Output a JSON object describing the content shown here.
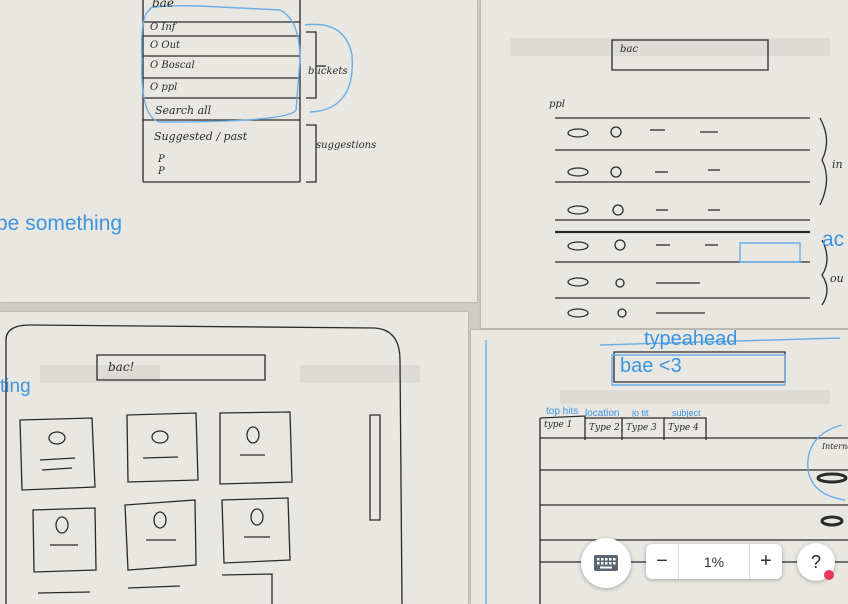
{
  "sketch_top_left": {
    "search_text": "bae",
    "rows": [
      "O Inf",
      "O Out",
      "O Boscal",
      "O ppl"
    ],
    "search_all": "Search all",
    "suggested": "Suggested / past",
    "bullets": [
      "P",
      "P"
    ],
    "label_buckets": "buckets",
    "label_suggestions": "suggestions"
  },
  "sketch_top_right": {
    "search_text": "bac",
    "ppl_label": "ppl",
    "side_labels": [
      "in",
      "ou"
    ]
  },
  "sketch_bottom_left": {
    "search_text": "bac!"
  },
  "sketch_bottom_right": {
    "search_text": "bae <3",
    "tabs": [
      "type 1",
      "Type 2",
      "Type 3",
      "Type 4"
    ],
    "side_label": "Internal"
  },
  "annotations": {
    "type_something": "pe something",
    "ting": "ting",
    "ac": "ac",
    "typeahead": "typeahead",
    "top_hits": "top hits",
    "location": "location",
    "jo_tit": "jo tit",
    "subject": "subject"
  },
  "toolbar": {
    "keyboard_icon": "keyboard-icon",
    "zoom_out": "−",
    "zoom_value": "1%",
    "zoom_in": "+",
    "help": "?",
    "notification_color": "#e8385a"
  }
}
